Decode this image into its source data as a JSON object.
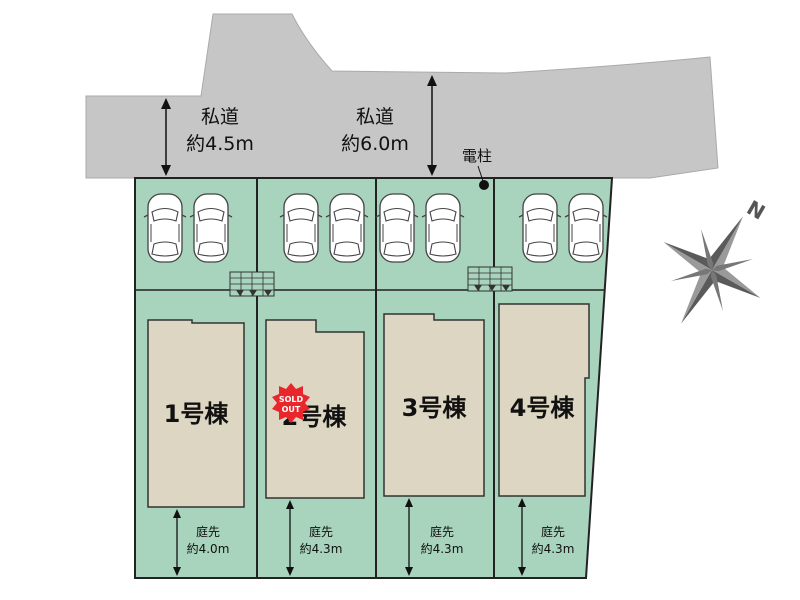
{
  "roads": [
    {
      "label": "私道",
      "width": "約4.5m"
    },
    {
      "label": "私道",
      "width": "約6.0m"
    }
  ],
  "utility_pole": {
    "label": "電柱"
  },
  "compass": {
    "label": "N"
  },
  "lots": [
    {
      "name": "1号棟",
      "garden_label": "庭先",
      "garden_depth": "約4.0m",
      "sold": false
    },
    {
      "name": "2号棟",
      "garden_label": "庭先",
      "garden_depth": "約4.3m",
      "sold": true
    },
    {
      "name": "3号棟",
      "garden_label": "庭先",
      "garden_depth": "約4.3m",
      "sold": false
    },
    {
      "name": "4号棟",
      "garden_label": "庭先",
      "garden_depth": "約4.3m",
      "sold": false
    }
  ],
  "sold_badge": {
    "line1": "SOLD",
    "line2": "OUT"
  },
  "colors": {
    "road": "#c6c6c6",
    "lot": "#a8d3bd",
    "house": "#ddd6c3",
    "sold": "#e8262b",
    "compass": "#6b6b6b"
  }
}
